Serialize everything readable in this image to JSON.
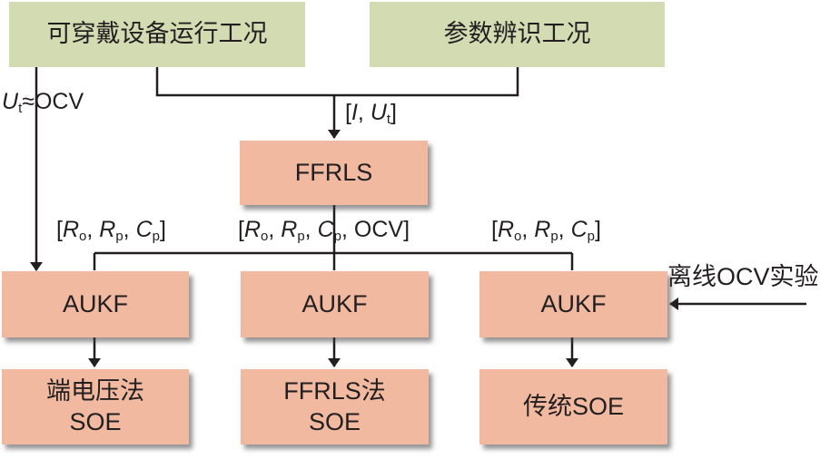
{
  "inputs": {
    "wearable_condition": "可穿戴设备运行工况",
    "param_id_condition": "参数辨识工况"
  },
  "labels": {
    "ut_ocv": {
      "var": "U",
      "sub": "t",
      "rest": "≈OCV"
    },
    "i_ut": {
      "open": "[",
      "i": "I",
      "sep": ", ",
      "u": "U",
      "u_sub": "t",
      "close": "]"
    },
    "params_left": {
      "open": "[",
      "r": "R",
      "r_sub": "o",
      "rp": "R",
      "rp_sub": "p",
      "c": "C",
      "c_sub": "p",
      "close": "]"
    },
    "params_mid": {
      "open": "[",
      "r": "R",
      "r_sub": "o",
      "rp": "R",
      "rp_sub": "p",
      "c": "C",
      "c_sub": "p",
      "extra": ", OCV",
      "close": "]"
    },
    "params_right": {
      "open": "[",
      "r": "R",
      "r_sub": "o",
      "rp": "R",
      "rp_sub": "p",
      "c": "C",
      "c_sub": "p",
      "close": "]"
    },
    "offline_ocv": "离线OCV实验"
  },
  "blocks": {
    "ffrls": "FFRLS",
    "aukf_left": "AUKF",
    "aukf_mid": "AUKF",
    "aukf_right": "AUKF"
  },
  "outputs": {
    "terminal_voltage": {
      "line1": "端电压法",
      "line2": "SOE"
    },
    "ffrls_method": {
      "line1": "FFRLS法",
      "line2": "SOE"
    },
    "traditional": {
      "line1": "传统SOE"
    }
  },
  "colors": {
    "input_box": "#d3dbb2",
    "process_box": "#f0b9a0",
    "line": "#231f20"
  }
}
